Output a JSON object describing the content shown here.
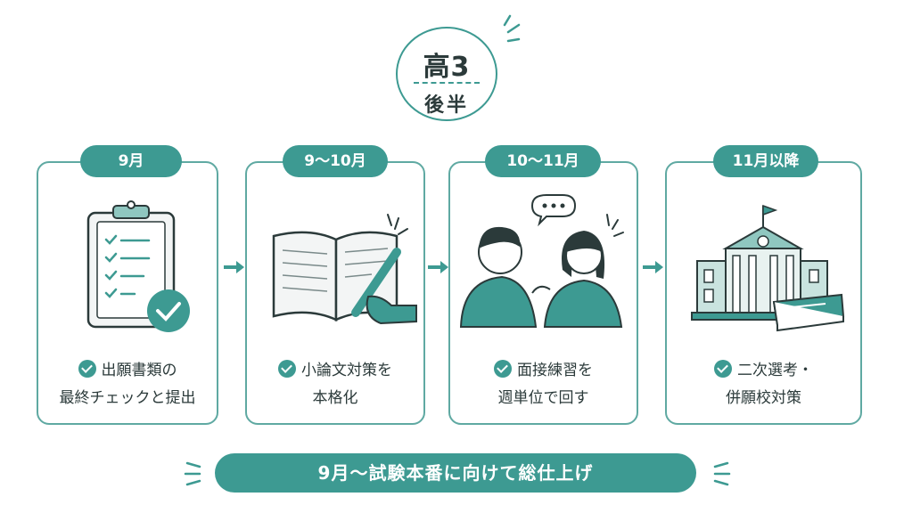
{
  "badge": {
    "top": "高3",
    "bottom": "後半"
  },
  "cards": [
    {
      "label": "9月",
      "line1": "出願書類の",
      "line2": "最終チェックと提出",
      "icon": "clipboard-check-icon"
    },
    {
      "label": "9～10月",
      "line1": "小論文対策を",
      "line2": "本格化",
      "icon": "open-book-pen-icon"
    },
    {
      "label": "10～11月",
      "line1": "面接練習を",
      "line2": "週単位で回す",
      "icon": "interview-students-icon"
    },
    {
      "label": "11月以降",
      "line1": "二次選考・",
      "line2": "併願校対策",
      "icon": "university-building-icon"
    }
  ],
  "banner": "9月～試験本番に向けて総仕上げ",
  "colors": {
    "accent": "#3d9a92",
    "border": "#5fa9a2",
    "text": "#2b3a3a"
  }
}
